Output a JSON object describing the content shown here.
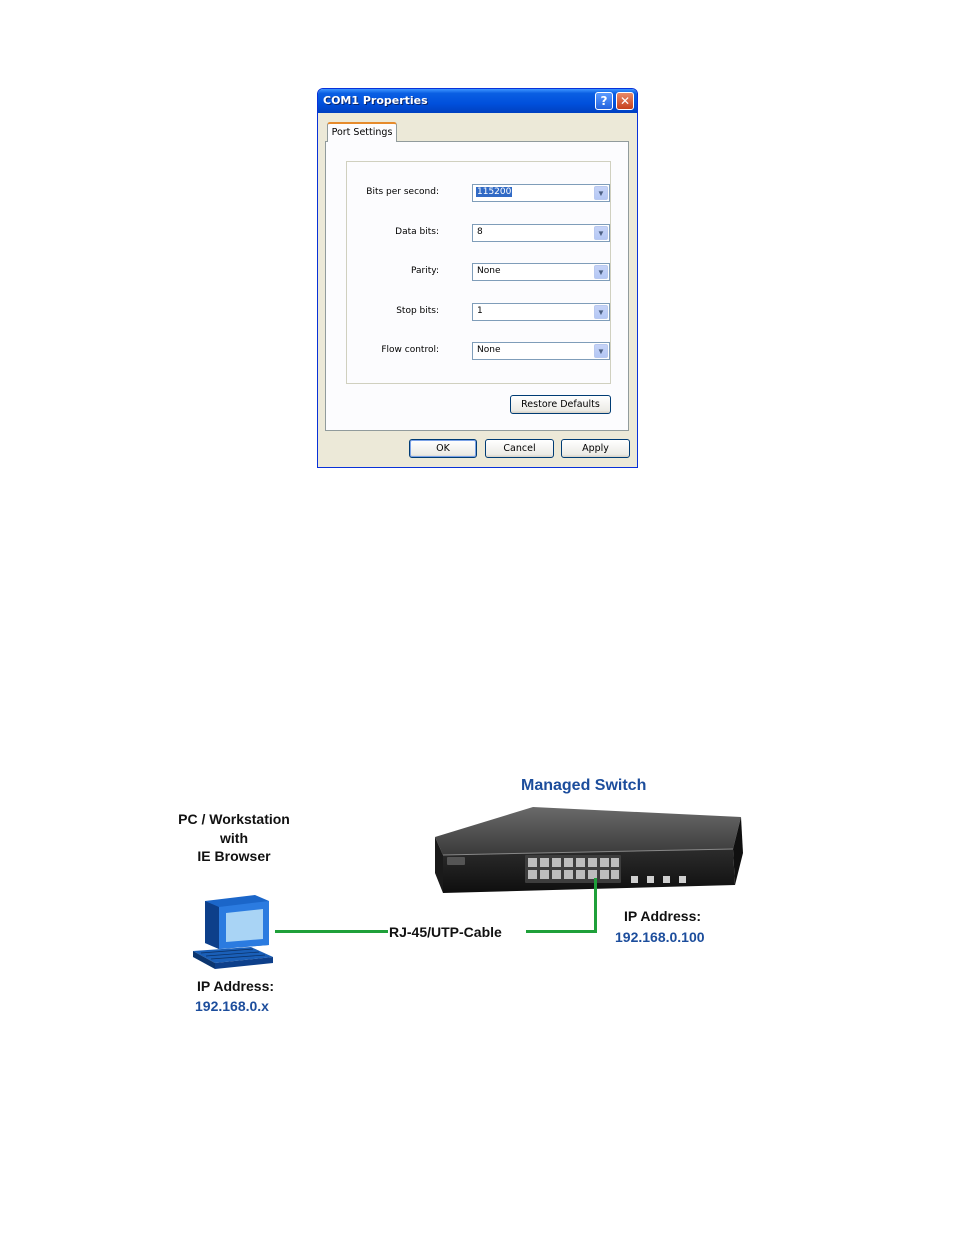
{
  "dialog": {
    "title": "COM1 Properties",
    "help_glyph": "?",
    "close_glyph": "✕",
    "tab_label": "Port Settings",
    "fields": [
      {
        "label": "Bits per second:",
        "value": "115200"
      },
      {
        "label": "Data bits:",
        "value": "8"
      },
      {
        "label": "Parity:",
        "value": "None"
      },
      {
        "label": "Stop bits:",
        "value": "1"
      },
      {
        "label": "Flow control:",
        "value": "None"
      }
    ],
    "restore_label": "Restore Defaults",
    "ok_label": "OK",
    "cancel_label": "Cancel",
    "apply_label": "Apply"
  },
  "diagram": {
    "switch_title": "Managed Switch",
    "pc_label_lines": [
      "PC / Workstation",
      "with",
      "IE Browser"
    ],
    "cable_label": "RJ-45/UTP-Cable",
    "switch_ip_label": "IP Address:",
    "switch_ip_value": "192.168.0.100",
    "pc_ip_label": "IP Address:",
    "pc_ip_value": "192.168.0.x",
    "cable_color": "#1fa03a",
    "label_blue": "#1c4d9c"
  }
}
